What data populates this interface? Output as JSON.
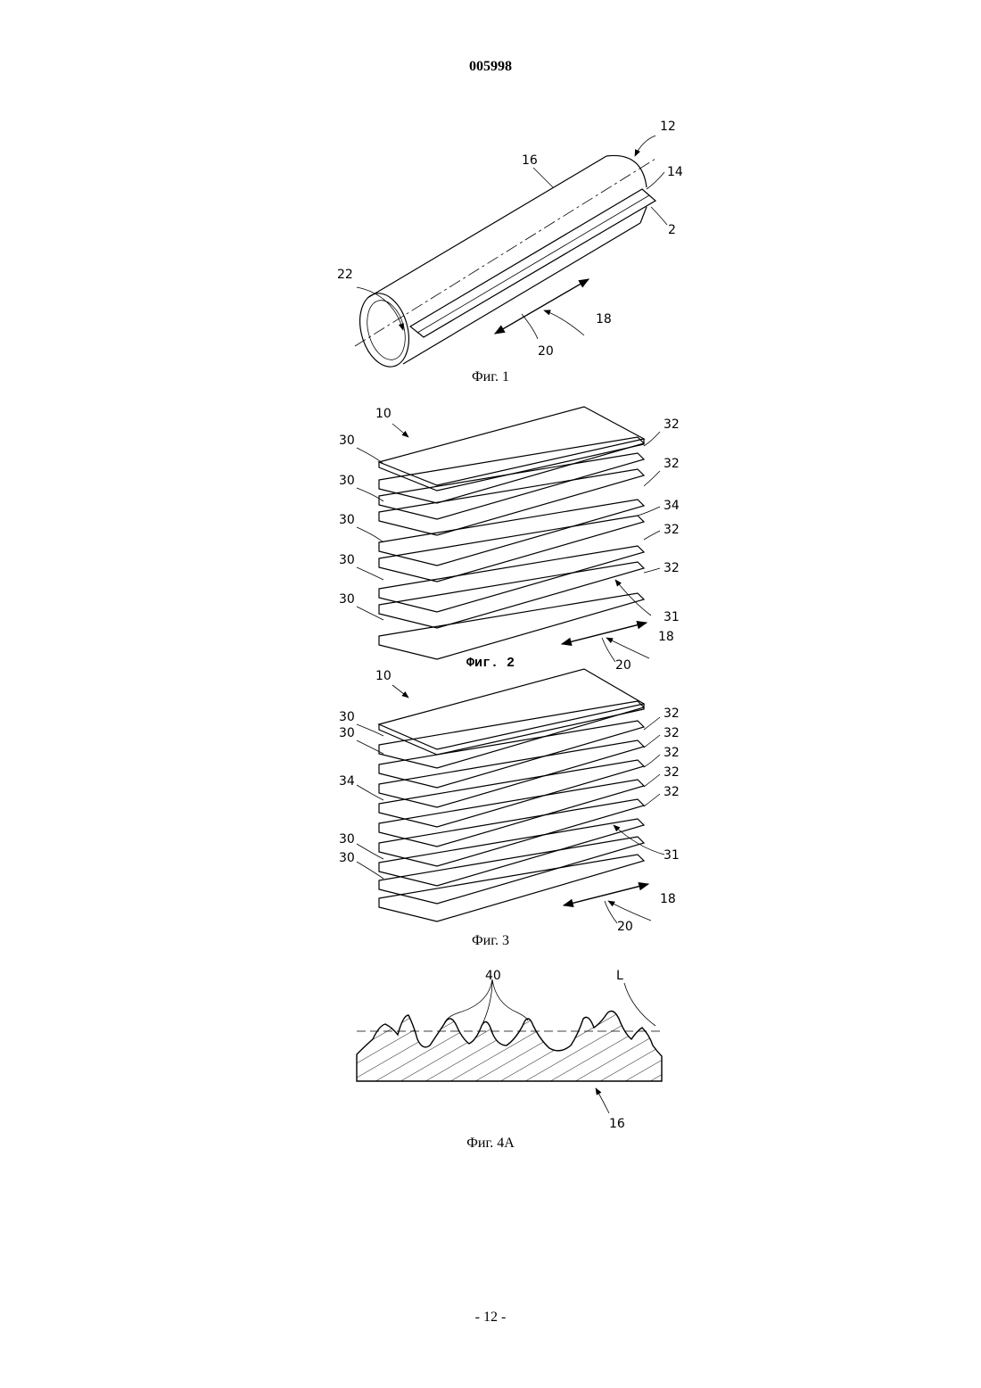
{
  "header": {
    "doc_number": "005998"
  },
  "footer": {
    "page_number": "- 12 -"
  },
  "fig1": {
    "caption": "Фиг. 1",
    "labels": {
      "l12": "12",
      "l16": "16",
      "l14": "14",
      "l2": "2",
      "l22": "22",
      "l18": "18",
      "l20": "20"
    }
  },
  "fig2": {
    "caption": "Фиг. 2",
    "labels": {
      "l10": "10",
      "l30": "30",
      "l32": "32",
      "l34": "34",
      "l31": "31",
      "l18": "18",
      "l20": "20"
    }
  },
  "fig3": {
    "caption": "Фиг. 3",
    "labels": {
      "l10": "10",
      "l30": "30",
      "l32": "32",
      "l34": "34",
      "l31": "31",
      "l18": "18",
      "l20": "20"
    }
  },
  "fig4a": {
    "caption": "Фиг. 4A",
    "labels": {
      "l40": "40",
      "lL": "L",
      "l16": "16"
    }
  }
}
